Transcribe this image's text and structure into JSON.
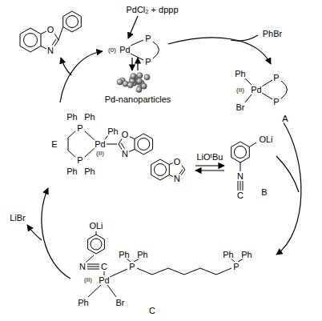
{
  "diagram": {
    "labels": [
      "PdCl₂ + dppp",
      "O",
      "N",
      "(0)",
      "Pd",
      "P",
      "P",
      "PhBr",
      "Ph",
      "(II)",
      "Pd",
      "P",
      "P",
      "Br",
      "A",
      "Pd-nanoparticles",
      "Ph",
      "Ph",
      "P",
      "Ph",
      "O",
      "E",
      "Pd",
      "(II)",
      "N",
      "P",
      "Ph",
      "Ph",
      "OLi",
      "O",
      "LiOᵗBu",
      "N",
      "N",
      "C",
      "B",
      "LiBr",
      "OLi",
      "Ph",
      "Ph",
      "Ph",
      "Ph",
      "N",
      "C",
      "P",
      "P",
      "(II)",
      "Pd",
      "Ph",
      "Br",
      "C"
    ]
  }
}
